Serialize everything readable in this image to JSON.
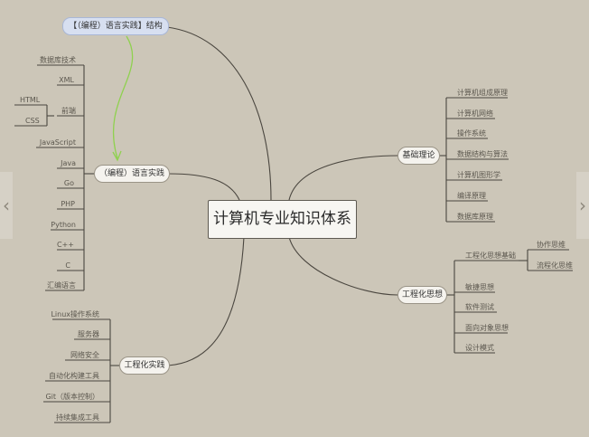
{
  "central": "计算机专业知识体系",
  "floating_topic": "【（编程）语言实践】结构",
  "left_branches": {
    "lang": {
      "label": "（编程）语言实践",
      "items": [
        "数据库技术",
        "XML",
        "前端",
        "HTML",
        "CSS",
        "JavaScript",
        "Java",
        "Go",
        "PHP",
        "Python",
        "C++",
        "C",
        "汇编语言"
      ]
    },
    "eng": {
      "label": "工程化实践",
      "items": [
        "Linux操作系统",
        "服务器",
        "网络安全",
        "自动化构建工具",
        "Git（版本控制）",
        "持续集成工具"
      ]
    }
  },
  "right_branches": {
    "theory": {
      "label": "基础理论",
      "items": [
        "计算机组成原理",
        "计算机网络",
        "操作系统",
        "数据结构与算法",
        "计算机图形学",
        "编译原理",
        "数据库原理"
      ]
    },
    "thinking": {
      "label": "工程化思想",
      "items": [
        "工程化思想基础",
        "协作思维",
        "流程化思维",
        "敏捷思想",
        "软件测试",
        "面向对象思想",
        "设计模式"
      ]
    }
  },
  "colors": {
    "background": "#ccc6b8",
    "line": "#4a463f",
    "relationship": "#8fd14f",
    "selected": "#d7dff0"
  },
  "nav": {
    "left_icon": "chevron-left-icon",
    "right_icon": "chevron-right-icon"
  }
}
